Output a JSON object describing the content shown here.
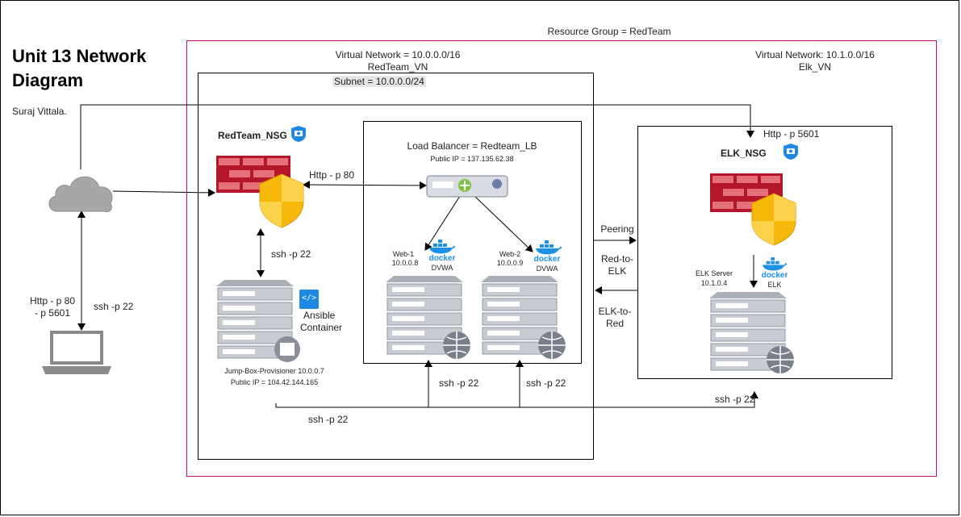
{
  "title": {
    "line1": "Unit 13 Network",
    "line2": "Diagram"
  },
  "author": "Suraj Vittala.",
  "resource_group": "Resource Group = RedTeam",
  "redteam_vnet": {
    "line1": "Virtual Network = 10.0.0.0/16",
    "line2": "RedTeam_VN"
  },
  "elk_vnet": {
    "line1": "Virtual Network: 10.1.0.0/16",
    "line2": "Elk_VN"
  },
  "subnet": "Subnet = 10.0.0.0/24",
  "redteam_nsg": "RedTeam_NSG",
  "elk_nsg": "ELK_NSG",
  "load_balancer": {
    "name": "Load Balancer = Redteam_LB",
    "ip": "Public IP = 137.135.62.38"
  },
  "web1": {
    "name": "Web-1",
    "ip": "10.0.0.8",
    "container": "DVWA"
  },
  "web2": {
    "name": "Web-2",
    "ip": "10.0.0.9",
    "container": "DVWA"
  },
  "docker_word": "docker",
  "ansible": {
    "line1": "Ansible",
    "line2": "Container",
    "icon": "</>"
  },
  "jumpbox": {
    "name": "Jump-Box-Provisioner 10.0.0.7",
    "ip": "Public IP = 104.42.144.165"
  },
  "elk_server": {
    "name": "ELK Server",
    "ip": "10.1.0.4",
    "container": "ELK"
  },
  "labels": {
    "http80_nsg": "Http - p 80",
    "ssh_jump": "ssh -p 22",
    "http_5601_top": "Http - p 5601",
    "peering": "Peering",
    "red_to_elk_1": "Red-to-",
    "red_to_elk_2": "ELK",
    "elk_to_red_1": "ELK-to-",
    "elk_to_red_2": "Red",
    "laptop_http_1": "Http - p 80",
    "laptop_http_2": "- p 5601",
    "laptop_ssh": "ssh -p 22",
    "ssh_web1": "ssh -p 22",
    "ssh_web2": "ssh -p 22",
    "ssh_bottom": "ssh -p 22",
    "ssh_elk": "ssh -p 22"
  },
  "colors": {
    "resource_group_border": "#cc0077",
    "docker_blue": "#1d91e6",
    "firewall_red": "#b5172a",
    "shield_yellow": "#f6b80a",
    "nsg_blue": "#1e88e5"
  }
}
